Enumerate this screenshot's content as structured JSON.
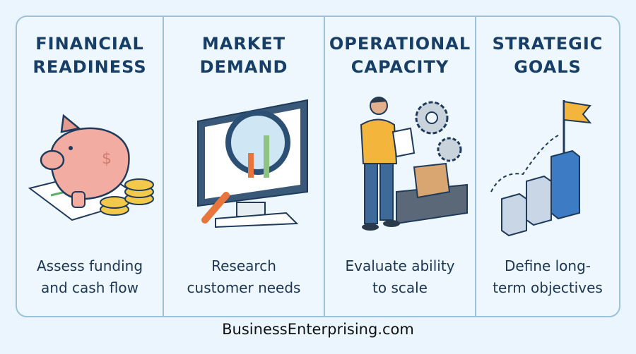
{
  "columns": [
    {
      "title_line1": "FINANCIAL",
      "title_line2": "READINESS",
      "caption_line1": "Assess funding",
      "caption_line2": "and cash flow",
      "icon": "piggy-bank-icon"
    },
    {
      "title_line1": "MARKET",
      "title_line2": "DEMAND",
      "caption_line1": "Research",
      "caption_line2": "customer needs",
      "icon": "magnifier-chart-icon"
    },
    {
      "title_line1": "OPERATIONAL",
      "title_line2": "CAPACITY",
      "caption_line1": "Evaluate ability",
      "caption_line2": "to scale",
      "icon": "worker-gears-icon"
    },
    {
      "title_line1": "STRATEGIC",
      "title_line2": "GOALS",
      "caption_line1": "Define long-",
      "caption_line2": "term objectives",
      "icon": "flag-steps-icon"
    }
  ],
  "footer": "BusinessEnterprising.com",
  "colors": {
    "title": "#173e66",
    "border": "#9cc2dc",
    "background": "#eaf5fd"
  }
}
